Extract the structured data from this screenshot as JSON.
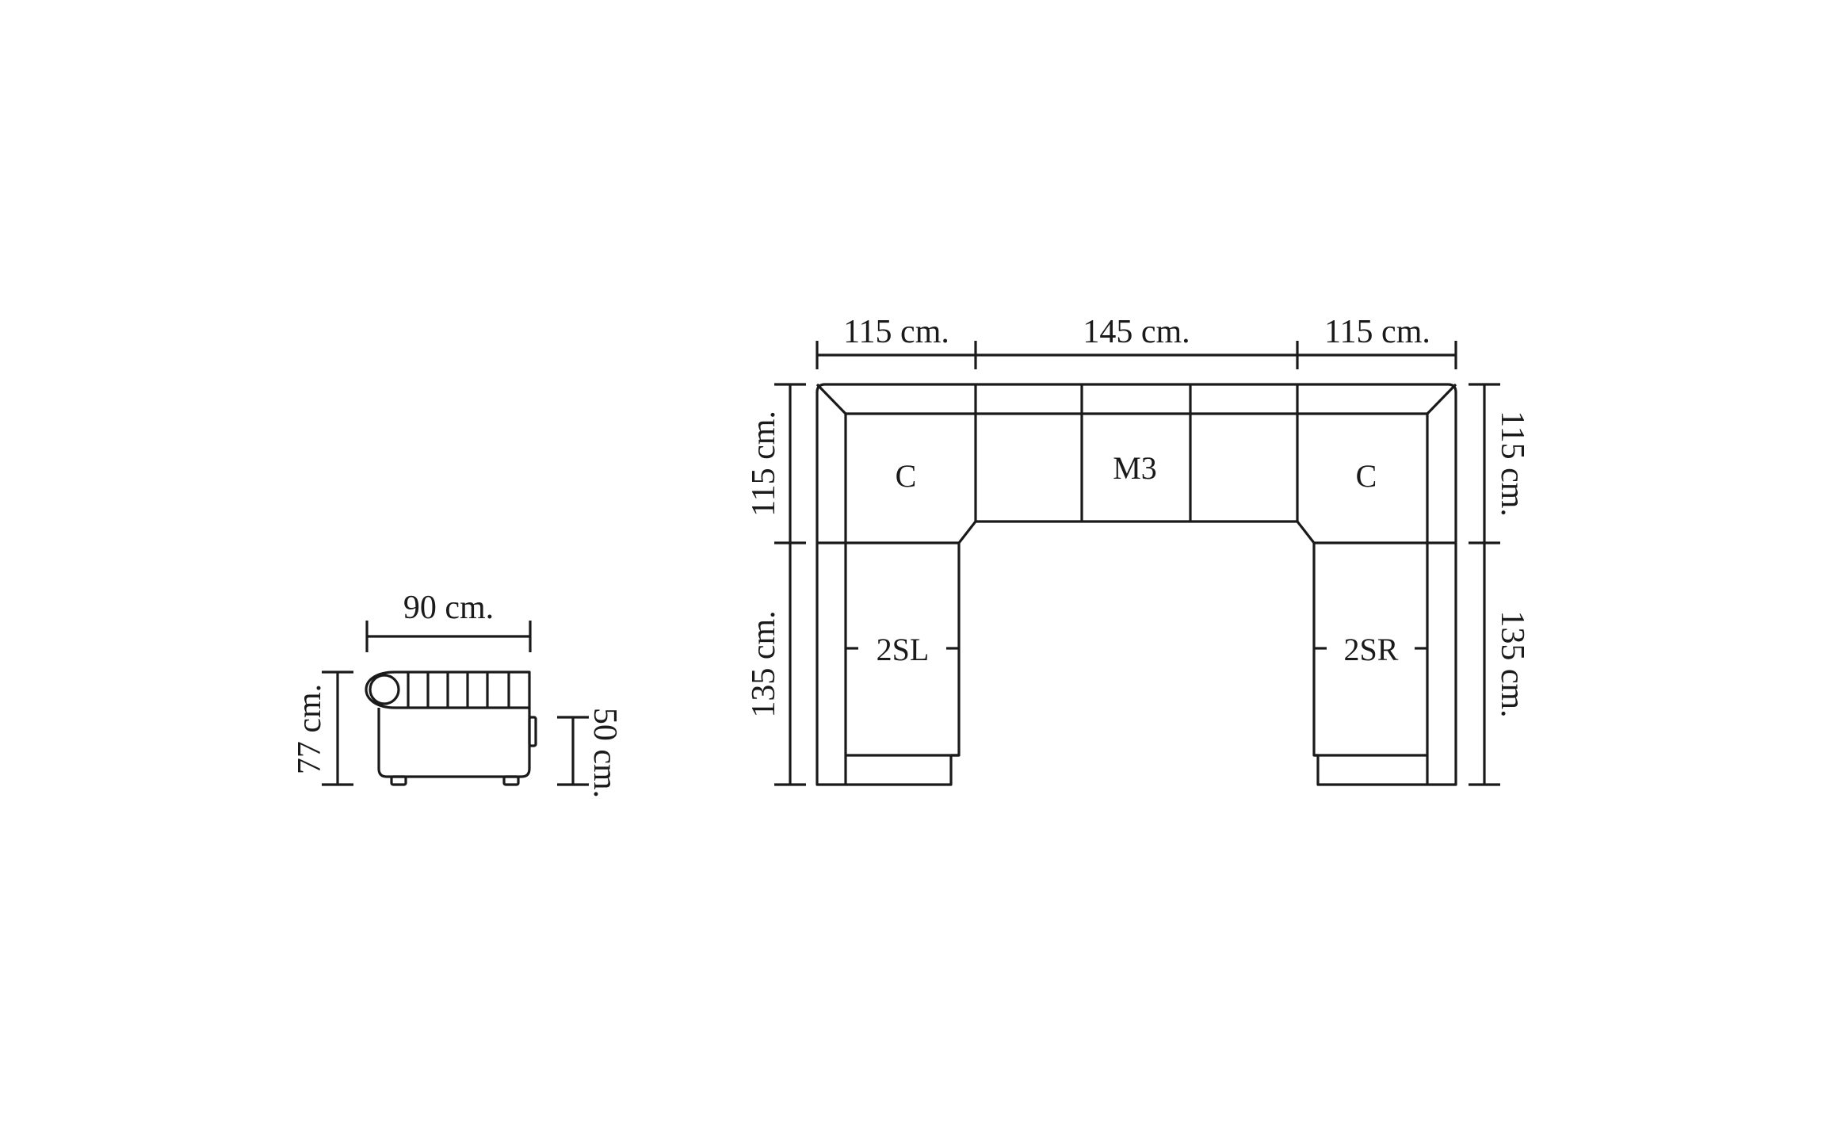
{
  "side_view": {
    "width_label": "90 cm.",
    "height_label": "77 cm.",
    "seat_height_label": "50 cm."
  },
  "top_view": {
    "top_left_label": "115 cm.",
    "top_middle_label": "145 cm.",
    "top_right_label": "115 cm.",
    "left_upper_label": "115 cm.",
    "left_lower_label": "135 cm.",
    "right_upper_label": "115 cm.",
    "right_lower_label": "135 cm.",
    "corner_left_label": "C",
    "middle_label": "M3",
    "corner_right_label": "C",
    "left_arm_label": "2SL",
    "right_arm_label": "2SR"
  },
  "colors": {
    "line": "#1a1a1a",
    "background": "#ffffff"
  }
}
